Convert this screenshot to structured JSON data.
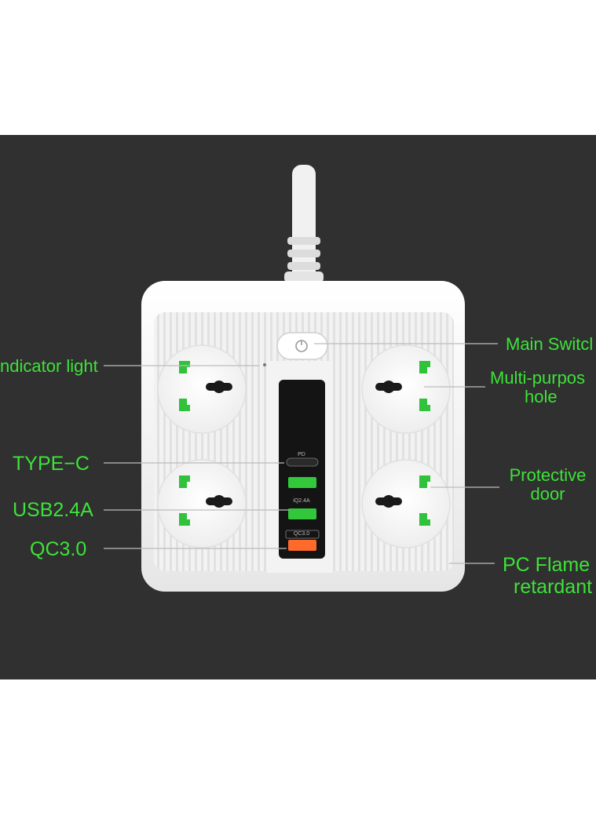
{
  "labels": {
    "indicator_light": "ndicator light",
    "type_c": "TYPE−C",
    "usb": "USB2.4A",
    "qc": "QC3.0",
    "main_switch": "Main Switcl",
    "multi_purpose_line1": "Multi-purpos",
    "multi_purpose_line2": "hole",
    "protective_line1": "Protective",
    "protective_line2": "door",
    "pc_line1": "PC Flame",
    "pc_line2": "retardant"
  },
  "ports": {
    "pd": "PD",
    "iq": "iQ2.4A",
    "qc": "QC3.0"
  },
  "colors": {
    "background": "#2f302f",
    "label_green": "#3ee23a",
    "socket_green": "#2fc23a",
    "qc_orange": "#ff6a2a",
    "body_white": "#f4f4f4"
  }
}
